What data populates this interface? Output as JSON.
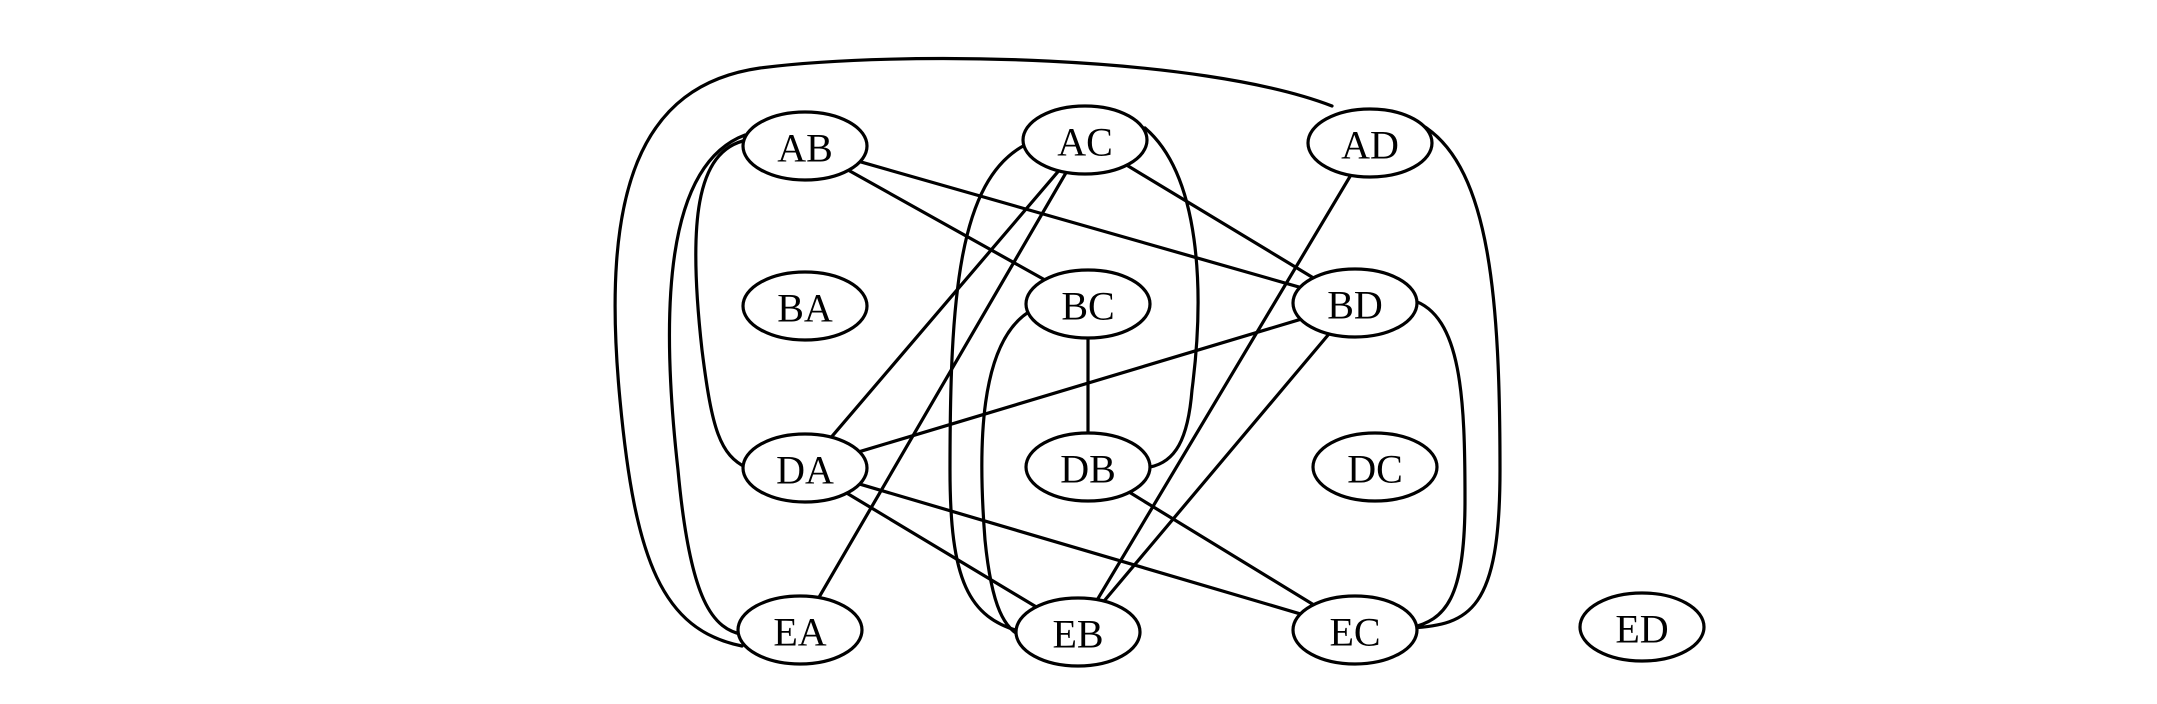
{
  "graph": {
    "nodes": [
      {
        "id": "AB",
        "label": "AB"
      },
      {
        "id": "AC",
        "label": "AC"
      },
      {
        "id": "AD",
        "label": "AD"
      },
      {
        "id": "BA",
        "label": "BA"
      },
      {
        "id": "BC",
        "label": "BC"
      },
      {
        "id": "BD",
        "label": "BD"
      },
      {
        "id": "DA",
        "label": "DA"
      },
      {
        "id": "DB",
        "label": "DB"
      },
      {
        "id": "DC",
        "label": "DC"
      },
      {
        "id": "EA",
        "label": "EA"
      },
      {
        "id": "EB",
        "label": "EB"
      },
      {
        "id": "EC",
        "label": "EC"
      },
      {
        "id": "ED",
        "label": "ED"
      }
    ],
    "edges": [
      {
        "from": "AB",
        "to": "BC"
      },
      {
        "from": "AB",
        "to": "BD"
      },
      {
        "from": "AB",
        "to": "DA"
      },
      {
        "from": "AB",
        "to": "EA"
      },
      {
        "from": "AD",
        "to": "EA"
      },
      {
        "from": "AD",
        "to": "EB"
      },
      {
        "from": "AD",
        "to": "EC"
      },
      {
        "from": "AC",
        "to": "BD"
      },
      {
        "from": "AC",
        "to": "DA"
      },
      {
        "from": "AC",
        "to": "EA"
      },
      {
        "from": "AC",
        "to": "EB"
      },
      {
        "from": "AC",
        "to": "DB"
      },
      {
        "from": "BC",
        "to": "DB"
      },
      {
        "from": "BC",
        "to": "EB"
      },
      {
        "from": "BD",
        "to": "DA"
      },
      {
        "from": "BD",
        "to": "EB"
      },
      {
        "from": "BD",
        "to": "EC"
      },
      {
        "from": "DA",
        "to": "EB"
      },
      {
        "from": "DA",
        "to": "EC"
      },
      {
        "from": "DB",
        "to": "EC"
      }
    ]
  }
}
